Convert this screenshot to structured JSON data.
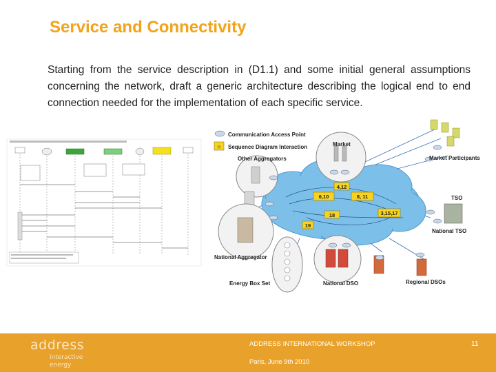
{
  "slide": {
    "title": "Service and Connectivity",
    "body": "Starting from the service description in (D1.1) and some initial general assumptions concerning the network, draft a generic architecture describing the logical end to end connection needed for the implementation of each specific service."
  },
  "network": {
    "legend_cap": "Communication Access Point",
    "legend_seq": "Sequence Diagram Interaction",
    "legend_num": "n",
    "market": "Market",
    "other_aggregators": "Other Aggregators",
    "market_participants": "Market Participants",
    "tso": "TSO",
    "national_tso": "National TSO",
    "national_aggregator": "National Aggregator",
    "energy_box_set": "Energy Box Set",
    "national_dso": "National DSO",
    "regional_dsos": "Regional DSOs",
    "tags": {
      "t412": "4,12",
      "t610": "6,10",
      "t811": "8, 11",
      "t18": "18",
      "t31517": "3,15,17",
      "t19": "19"
    }
  },
  "footer": {
    "logo": "address",
    "logo_sub1": "interactive",
    "logo_sub2": "energy",
    "workshop": "ADDRESS INTERNATIONAL WORKSHOP",
    "date": "Paris, June 9th 2010",
    "page": "11"
  },
  "colors": {
    "title": "#f2a31a",
    "footer": "#e8a22c",
    "cloud": "#7cc0ea",
    "tag": "#f7d21e"
  }
}
